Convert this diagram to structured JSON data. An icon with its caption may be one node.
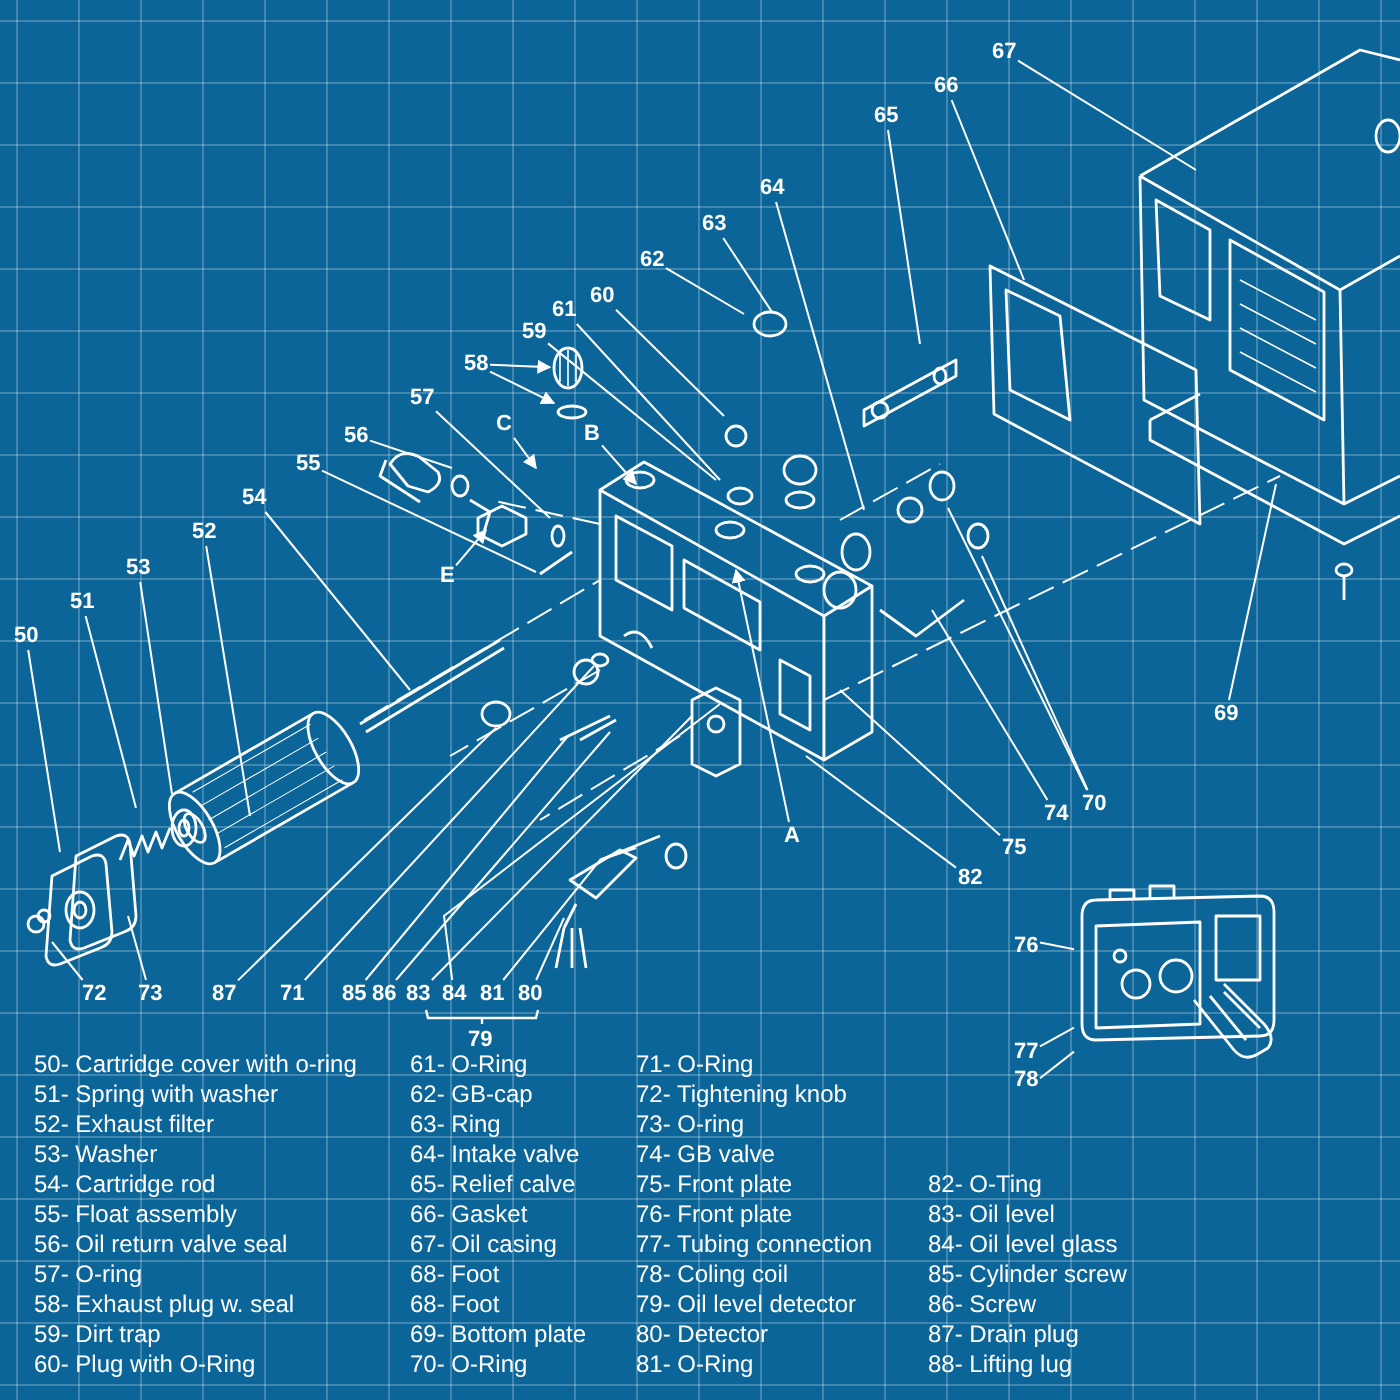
{
  "diagram": {
    "nodes": [
      {
        "text": [
          "67"
        ]
      },
      {
        "text": [
          "66"
        ]
      },
      {
        "text": [
          "65"
        ]
      },
      {
        "text": [
          "64"
        ]
      },
      {
        "text": [
          "63"
        ]
      },
      {
        "text": [
          "62"
        ]
      },
      {
        "text": [
          "60"
        ]
      },
      {
        "text": [
          "61"
        ]
      },
      {
        "text": [
          "59"
        ]
      },
      {
        "text": [
          "58"
        ]
      },
      {
        "text": [
          "57"
        ]
      },
      {
        "text": [
          "56"
        ]
      },
      {
        "text": [
          "C"
        ]
      },
      {
        "text": [
          "B"
        ]
      },
      {
        "text": [
          "55"
        ]
      },
      {
        "text": [
          "54"
        ]
      },
      {
        "text": [
          "52"
        ]
      },
      {
        "text": [
          "53"
        ]
      },
      {
        "text": [
          "E"
        ]
      },
      {
        "text": [
          "51"
        ]
      },
      {
        "text": [
          "50"
        ]
      },
      {
        "text": [
          "69"
        ]
      },
      {
        "text": [
          "70"
        ]
      },
      {
        "text": [
          "74"
        ]
      },
      {
        "text": [
          "A"
        ]
      },
      {
        "text": [
          "75"
        ]
      },
      {
        "text": [
          "82"
        ]
      },
      {
        "text": [
          "76"
        ]
      },
      {
        "text": [
          "72"
        ]
      },
      {
        "text": [
          "73"
        ]
      },
      {
        "text": [
          "87"
        ]
      },
      {
        "text": [
          "71"
        ]
      },
      {
        "text": [
          "85"
        ]
      },
      {
        "text": [
          "86"
        ]
      },
      {
        "text": [
          "83"
        ]
      },
      {
        "text": [
          "84"
        ]
      },
      {
        "text": [
          "81"
        ]
      },
      {
        "text": [
          "80"
        ]
      },
      {
        "text": [
          "77"
        ]
      },
      {
        "text": [
          "78"
        ]
      },
      {
        "text": [],
        "shape": "picture"
      },
      {
        "text": [],
        "shape": "picture"
      },
      {
        "text": [],
        "shape": "circle"
      }
    ],
    "edges": [
      {
        "from": 0,
        "to": null,
        "arrow": "none"
      },
      {
        "from": 1,
        "to": null,
        "arrow": "none"
      },
      {
        "from": 2,
        "to": null,
        "arrow": "none"
      },
      {
        "from": 3,
        "to": null,
        "arrow": "none"
      },
      {
        "from": 4,
        "to": null,
        "arrow": "none"
      },
      {
        "from": 5,
        "to": null,
        "arrow": "none"
      },
      {
        "from": 6,
        "to": null,
        "arrow": "none"
      },
      {
        "from": 7,
        "to": null,
        "arrow": "none"
      },
      {
        "from": 8,
        "to": null,
        "arrow": "none"
      },
      {
        "from": 9,
        "to": 41,
        "arrow": "to"
      },
      {
        "from": 9,
        "to": 42,
        "arrow": "to"
      },
      {
        "from": 10,
        "to": null,
        "arrow": "none"
      },
      {
        "from": 11,
        "to": null,
        "arrow": "none"
      },
      {
        "from": 12,
        "to": null,
        "arrow": "to"
      },
      {
        "from": 13,
        "to": null,
        "arrow": "to"
      },
      {
        "from": 14,
        "to": null,
        "arrow": "none"
      },
      {
        "from": 15,
        "to": null,
        "arrow": "none"
      },
      {
        "from": 16,
        "to": null,
        "arrow": "none"
      },
      {
        "from": 17,
        "to": null,
        "arrow": "none"
      },
      {
        "from": 18,
        "to": null,
        "arrow": "to"
      },
      {
        "from": 19,
        "to": null,
        "arrow": "none"
      },
      {
        "from": 20,
        "to": null,
        "arrow": "none"
      },
      {
        "from": 21,
        "to": null,
        "arrow": "none"
      },
      {
        "from": 22,
        "to": null,
        "arrow": "none"
      },
      {
        "from": 22,
        "to": null,
        "arrow": "none"
      },
      {
        "from": 23,
        "to": null,
        "arrow": "none"
      },
      {
        "from": 24,
        "to": null,
        "arrow": "to"
      },
      {
        "from": 25,
        "to": null,
        "arrow": "none"
      },
      {
        "from": 26,
        "to": null,
        "arrow": "none"
      },
      {
        "from": 27,
        "to": 40,
        "arrow": "none"
      },
      {
        "from": 28,
        "to": null,
        "arrow": "none"
      },
      {
        "from": 29,
        "to": null,
        "arrow": "none"
      },
      {
        "from": 30,
        "to": null,
        "arrow": "none"
      },
      {
        "from": 31,
        "to": null,
        "arrow": "none"
      },
      {
        "from": 32,
        "to": null,
        "arrow": "none"
      },
      {
        "from": 33,
        "to": null,
        "arrow": "none"
      },
      {
        "from": 34,
        "to": null,
        "arrow": "none"
      },
      {
        "from": 35,
        "to": null,
        "arrow": "none"
      },
      {
        "from": 36,
        "to": null,
        "arrow": "none"
      },
      {
        "from": 37,
        "to": null,
        "arrow": "none"
      },
      {
        "from": 38,
        "to": 40,
        "arrow": "none"
      },
      {
        "from": 39,
        "to": 40,
        "arrow": "none"
      }
    ],
    "labels": [
      "79",
      "50- Cartridge cover with o-ring",
      "51- Spring with washer",
      "52- Exhaust filter",
      "53- Washer",
      "54- Cartridge rod",
      "55- Float assembly",
      "56- Oil return valve seal",
      "57- O-ring",
      "58- Exhaust plug w. seal",
      "59- Dirt trap",
      "60- Plug with O-Ring",
      "61- O-Ring",
      "62- GB-cap",
      "63- Ring",
      "64- Intake valve",
      "65- Relief calve",
      "66- Gasket",
      "67- Oil casing",
      "68- Foot",
      "68- Foot",
      "69- Bottom plate",
      "70- O-Ring",
      "71- O-Ring",
      "72- Tightening knob",
      "73- O-ring",
      "74- GB valve",
      "75- Front plate",
      "76- Front plate",
      "77- Tubing connection",
      "78- Coling coil",
      "79- Oil level detector",
      "80- Detector",
      "81- O-Ring",
      "82- O-Ting",
      "83- Oil level",
      "84- Oil level glass",
      "85- Cylinder screw",
      "86- Screw",
      "87- Drain plug",
      "88- Lifting lug"
    ]
  }
}
